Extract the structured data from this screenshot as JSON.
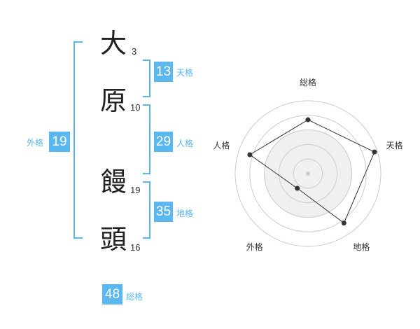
{
  "name": {
    "chars": [
      {
        "char": "大",
        "strokes": "3"
      },
      {
        "char": "原",
        "strokes": "10"
      },
      {
        "char": "饅",
        "strokes": "19"
      },
      {
        "char": "頭",
        "strokes": "16"
      }
    ]
  },
  "fortune": {
    "gaikaku": {
      "label": "外格",
      "value": "19"
    },
    "tenkaku": {
      "label": "天格",
      "value": "13"
    },
    "jinkaku": {
      "label": "人格",
      "value": "29"
    },
    "chikaku": {
      "label": "地格",
      "value": "35"
    },
    "soukaku": {
      "label": "総格",
      "value": "48"
    }
  },
  "colors": {
    "accent": "#5bb7f0",
    "radar_fill": "#f0f0f0",
    "radar_ring": "#cccccc",
    "radar_line": "#333333"
  },
  "chart_data": {
    "type": "radar",
    "axes": [
      "総格",
      "天格",
      "地格",
      "外格",
      "人格"
    ],
    "values": [
      0.74,
      0.96,
      0.84,
      0.25,
      0.84
    ],
    "range": [
      0,
      1
    ],
    "rings": 5
  }
}
